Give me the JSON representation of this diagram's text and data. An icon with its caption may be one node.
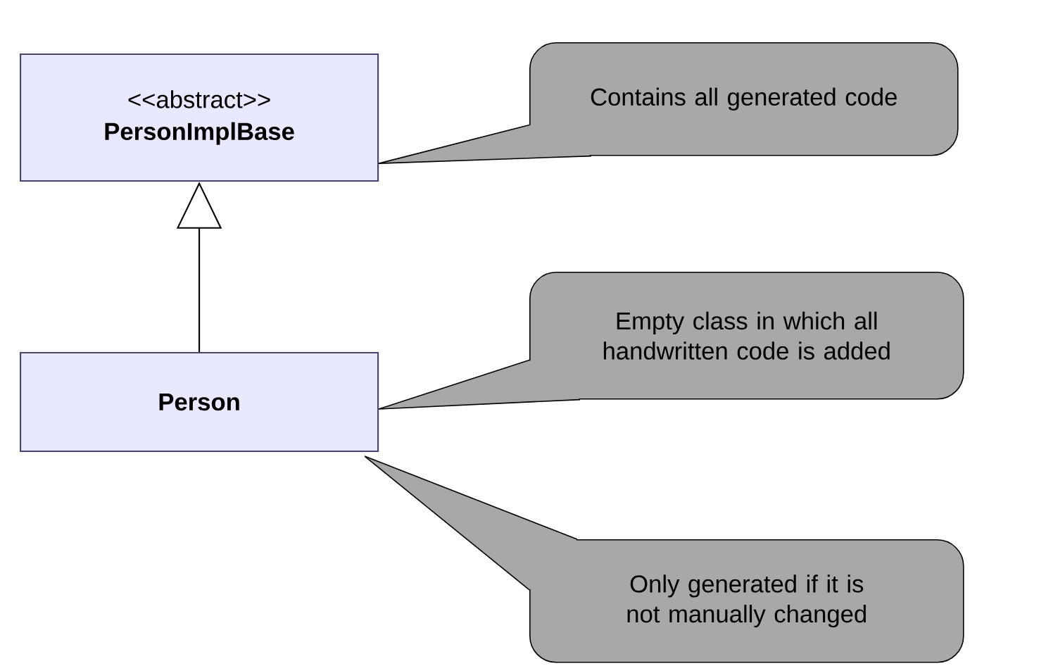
{
  "diagram": {
    "nodes": [
      {
        "text": [
          "<<abstract>>",
          "PersonImplBase"
        ]
      },
      {
        "text": [
          "Person"
        ]
      },
      {
        "text": [
          "Contains all generated code"
        ]
      },
      {
        "text": [
          "Empty class in which all handwritten code is added"
        ]
      },
      {
        "text": [
          "Only generated if it is not manually changed"
        ]
      }
    ],
    "edges": [
      {
        "from": 1,
        "to": 0,
        "arrow": "to"
      },
      {
        "from": 2,
        "to": 0,
        "arrow": "none"
      },
      {
        "from": 3,
        "to": 1,
        "arrow": "none"
      },
      {
        "from": 4,
        "to": 1,
        "arrow": "none"
      }
    ]
  }
}
